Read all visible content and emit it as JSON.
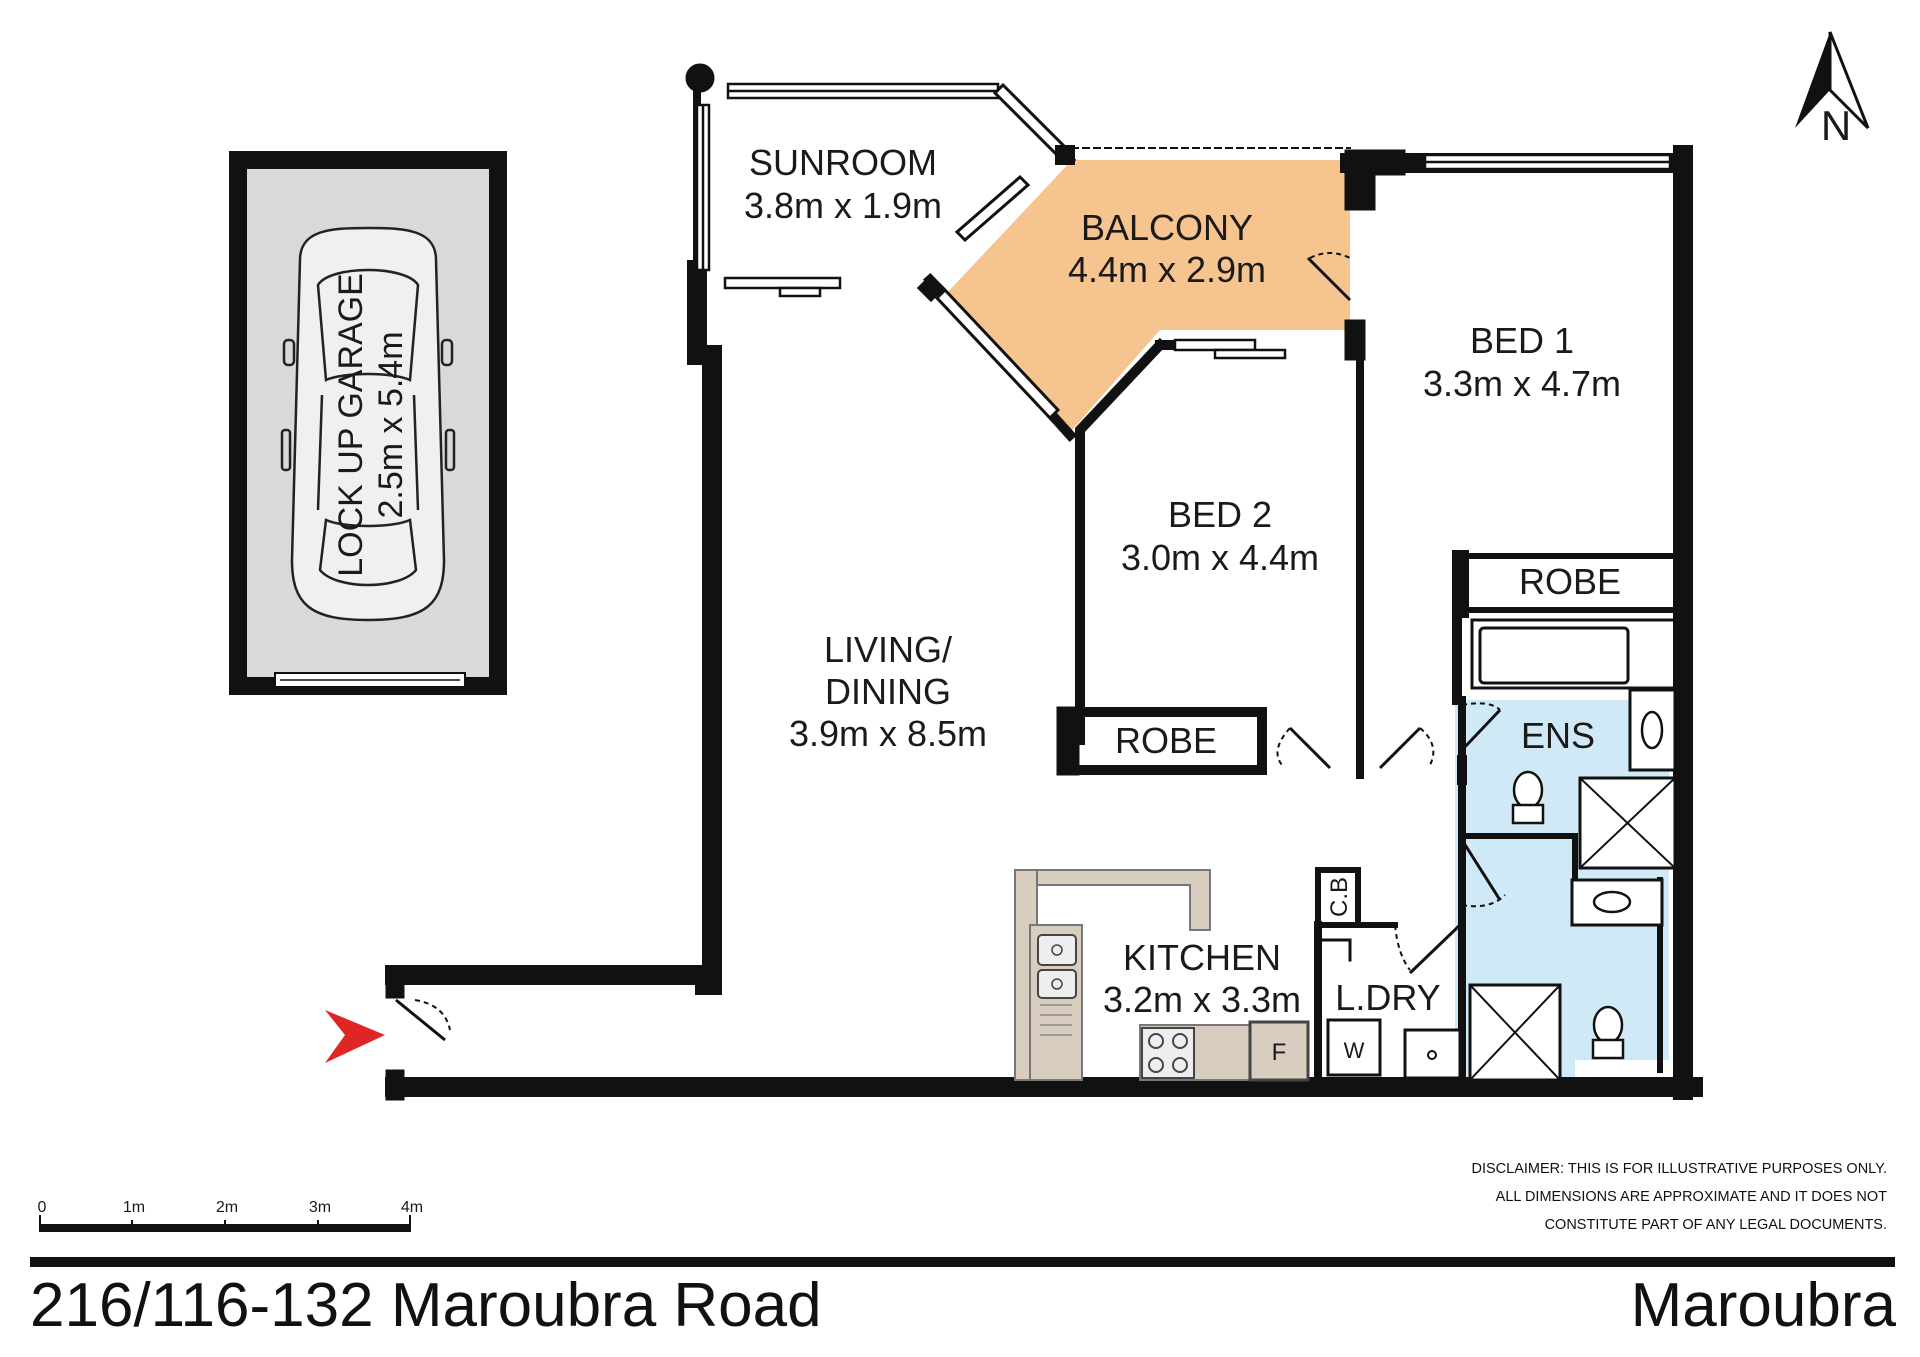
{
  "colors": {
    "wall": "#111111",
    "balcony": "#f6c48f",
    "wet_area": "#cfeaf6",
    "kitchen_bench": "#d8cdbf",
    "garage_floor": "#d9d9db",
    "entry_arrow": "#e02525"
  },
  "compass": {
    "label": "N"
  },
  "rooms": {
    "sunroom": {
      "name": "SUNROOM",
      "size": "3.8m x 1.9m"
    },
    "balcony": {
      "name": "BALCONY",
      "size": "4.4m x 2.9m"
    },
    "bed1": {
      "name": "BED 1",
      "size": "3.3m x 4.7m"
    },
    "bed2": {
      "name": "BED 2",
      "size": "3.0m x 4.4m"
    },
    "living": {
      "name_line1": "LIVING/",
      "name_line2": "DINING",
      "size": "3.9m x 8.5m"
    },
    "kitchen": {
      "name": "KITCHEN",
      "size": "3.2m x 3.3m"
    },
    "robe_bed1": {
      "name": "ROBE"
    },
    "robe_bed2": {
      "name": "ROBE"
    },
    "ensuite": {
      "name": "ENS"
    },
    "laundry": {
      "name": "L.DRY"
    },
    "cupboard": {
      "name": "C.B"
    },
    "fridge": {
      "name": "F"
    },
    "washer": {
      "name": "W"
    },
    "garage": {
      "name": "LOCK UP GARAGE",
      "size": "2.5m x 5.4m"
    }
  },
  "scale_bar": {
    "ticks": [
      "0",
      "1m",
      "2m",
      "3m",
      "4m"
    ]
  },
  "disclaimer": {
    "line1": "DISCLAIMER: THIS IS FOR ILLUSTRATIVE PURPOSES ONLY.",
    "line2": "ALL DIMENSIONS ARE APPROXIMATE AND IT DOES NOT",
    "line3": "CONSTITUTE PART OF ANY LEGAL DOCUMENTS."
  },
  "footer": {
    "address": "216/116-132 Maroubra Road",
    "suburb": "Maroubra"
  }
}
